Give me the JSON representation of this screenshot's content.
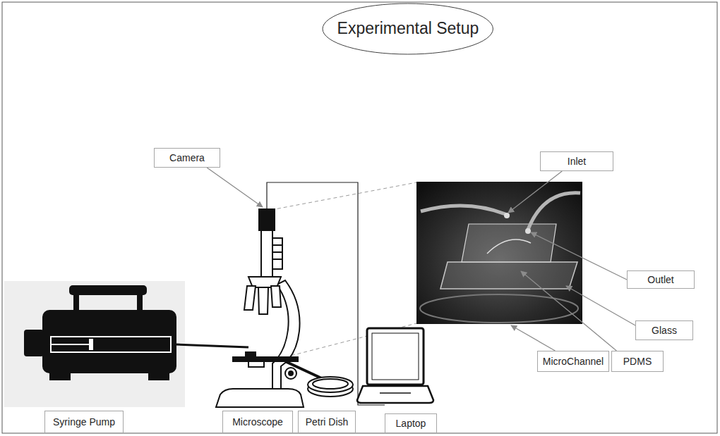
{
  "diagram": {
    "nodes": [
      {
        "text": [
          "Experimental Setup"
        ]
      },
      {
        "text": [
          "Camera"
        ]
      },
      {
        "text": [
          "Inlet"
        ]
      },
      {
        "text": [
          "Outlet"
        ]
      },
      {
        "text": [
          "Glass"
        ]
      },
      {
        "text": [
          "PDMS"
        ]
      },
      {
        "text": [
          "MicroChannel"
        ]
      },
      {
        "text": [
          "Syringe Pump"
        ]
      },
      {
        "text": [
          "Microscope"
        ]
      },
      {
        "text": [
          "Petri Dish"
        ]
      },
      {
        "text": [
          "Laptop"
        ]
      }
    ]
  }
}
